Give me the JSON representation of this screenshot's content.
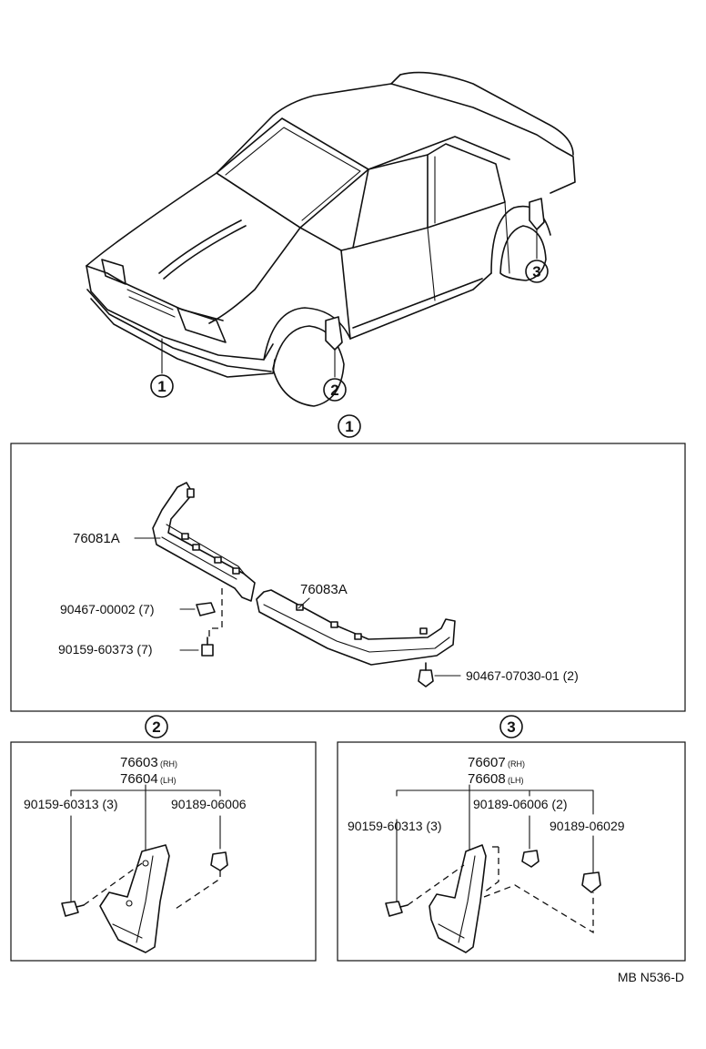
{
  "diagram": {
    "callouts": {
      "c1": "1",
      "c2": "2",
      "c3": "3"
    },
    "section1": {
      "label": "1",
      "parts": {
        "p76081": "76081A",
        "p76083": "76083A",
        "nut": "90467-00002 (7)",
        "screw": "90159-60373 (7)",
        "clip": "90467-07030-01 (2)"
      }
    },
    "section2": {
      "label": "2",
      "parts": {
        "rh": "76603",
        "rh_tag": "(RH)",
        "lh": "76604",
        "lh_tag": "(LH)",
        "screw": "90159-60313 (3)",
        "clip": "90189-06006"
      }
    },
    "section3": {
      "label": "3",
      "parts": {
        "rh": "76607",
        "rh_tag": "(RH)",
        "lh": "76608",
        "lh_tag": "(LH)",
        "screw": "90159-60313 (3)",
        "clip1": "90189-06006 (2)",
        "clip2": "90189-06029"
      }
    },
    "footer_code": "MB N536-D"
  }
}
